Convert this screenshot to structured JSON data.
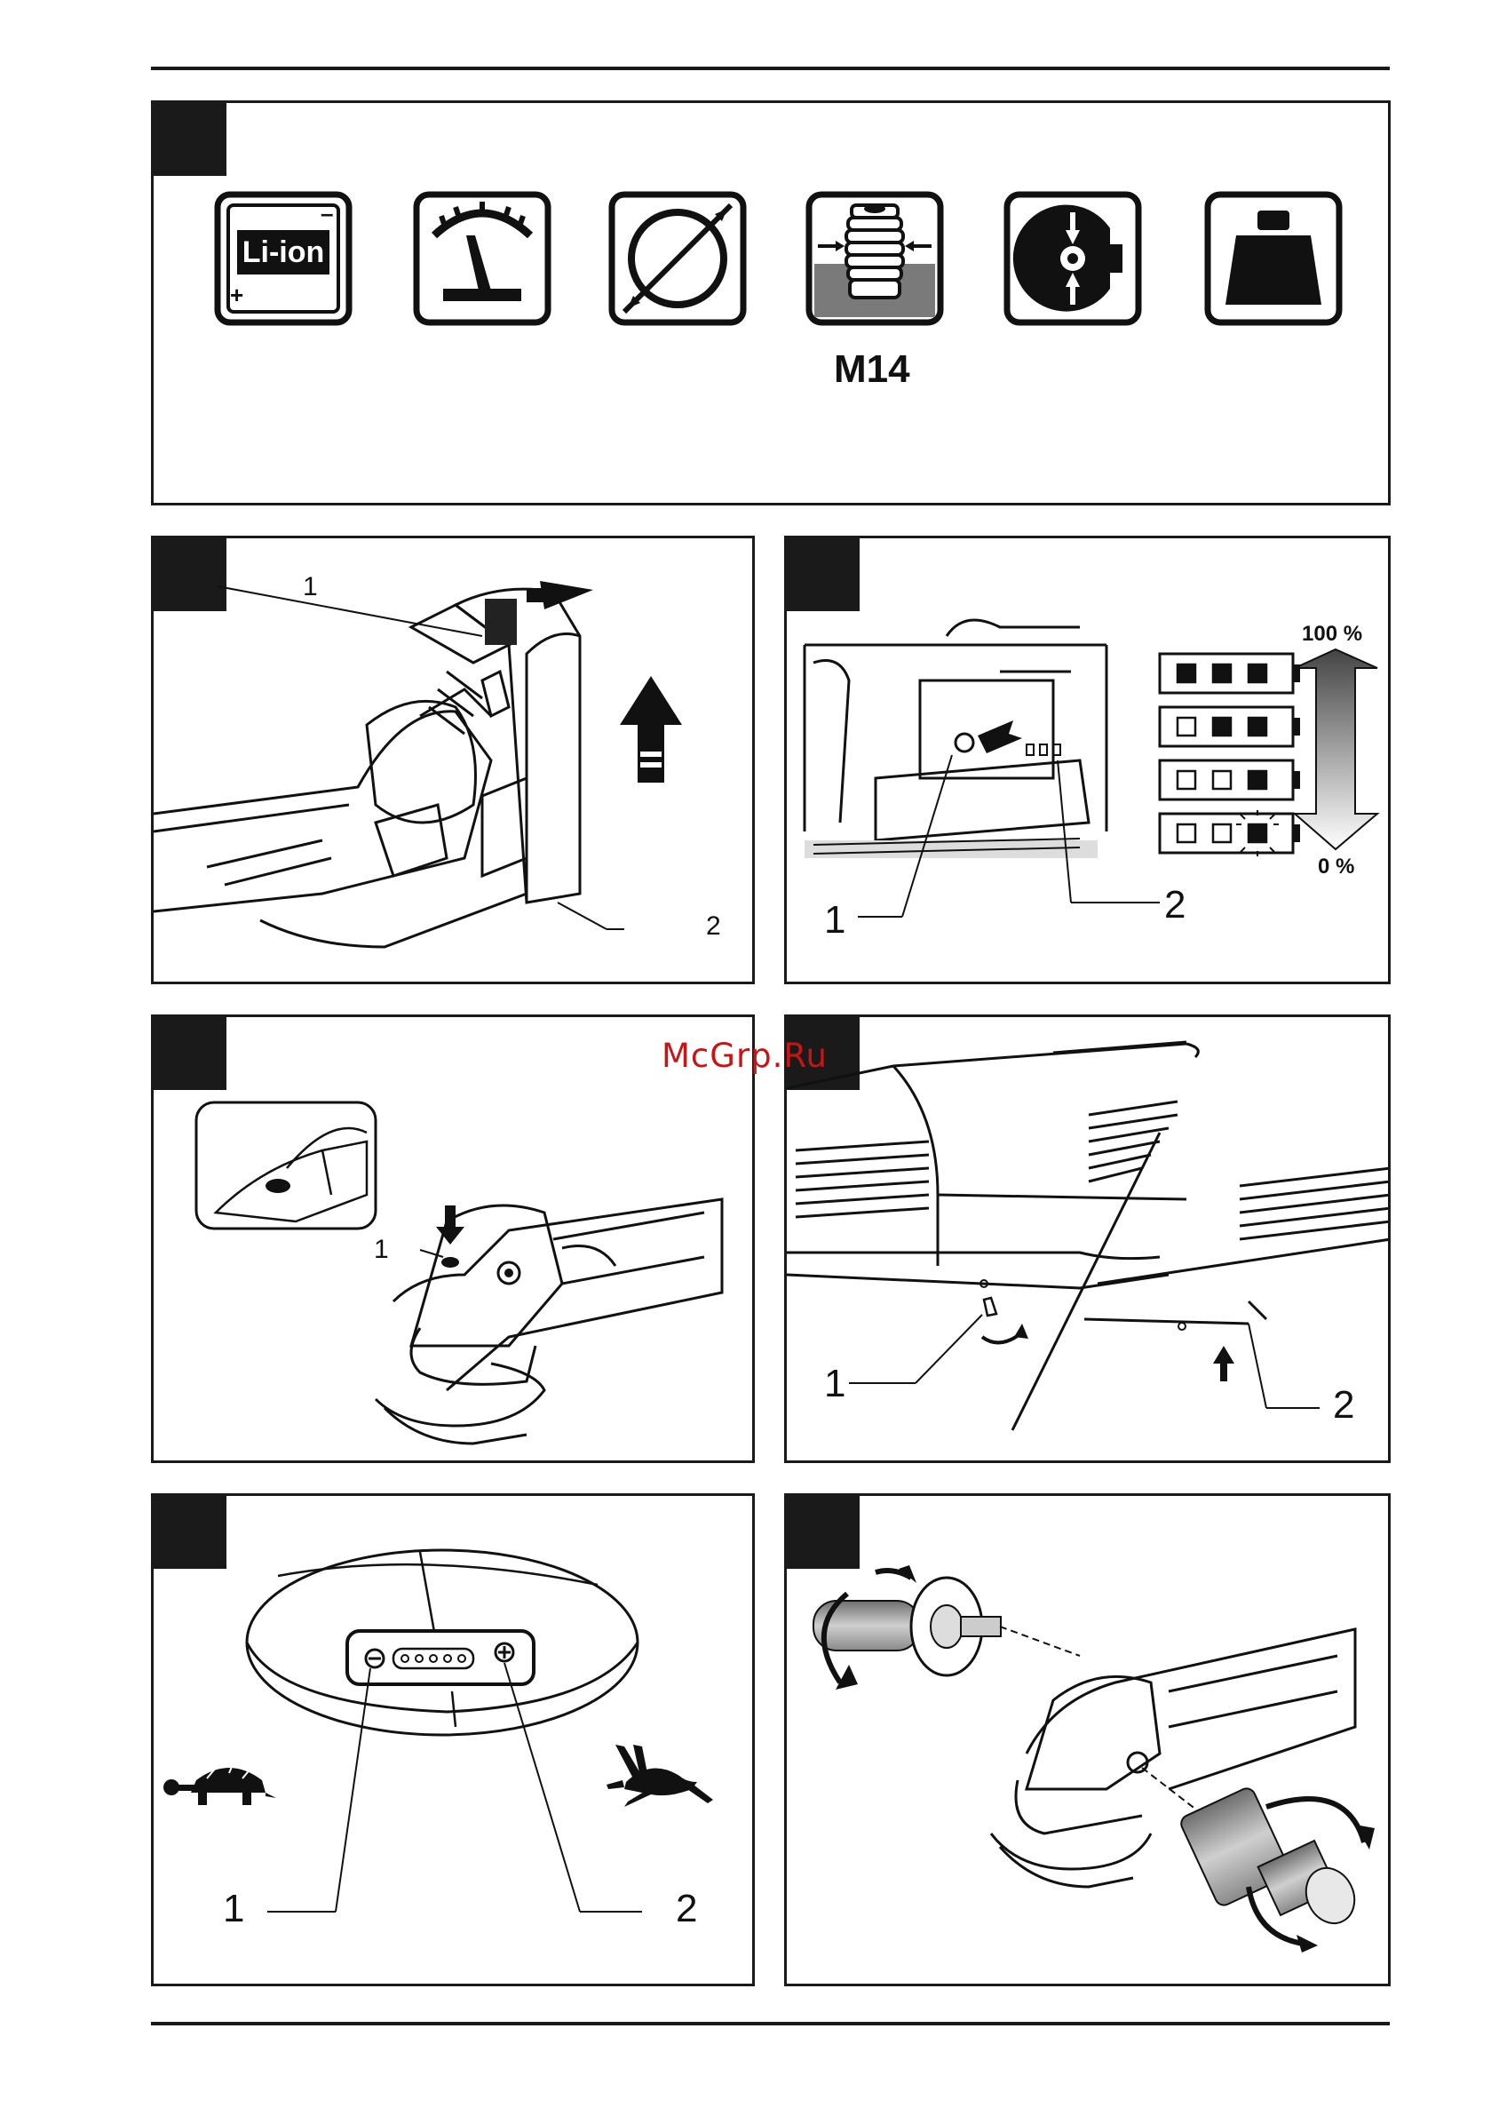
{
  "page": {
    "watermark": "McGrp.Ru"
  },
  "panel_icons": {
    "icons": [
      {
        "name": "li-ion-battery-icon",
        "label": "Li-ion"
      },
      {
        "name": "speed-gauge-icon",
        "label": ""
      },
      {
        "name": "disc-diameter-icon",
        "label": ""
      },
      {
        "name": "spindle-thread-icon",
        "label": "M14"
      },
      {
        "name": "disc-bore-icon",
        "label": ""
      },
      {
        "name": "weight-icon",
        "label": ""
      }
    ],
    "battery_minus": "–",
    "battery_plus": "+",
    "thread_label": "M14"
  },
  "panel_battery_insert": {
    "callout_1": "1",
    "callout_2": "2"
  },
  "panel_charge_indicator": {
    "callout_1": "1",
    "callout_2": "2",
    "top_percent": "100 %",
    "bottom_percent": "0 %",
    "charge_levels": [
      {
        "filled": 3,
        "blinking": false
      },
      {
        "filled": 2,
        "blinking": false
      },
      {
        "filled": 1,
        "blinking": false
      },
      {
        "filled": 0,
        "blinking": true
      }
    ]
  },
  "panel_spindle_lock": {
    "callout_1": "1"
  },
  "panel_guard_lever": {
    "callout_1": "1",
    "callout_2": "2"
  },
  "panel_speed_switch": {
    "callout_1": "1",
    "callout_2": "2",
    "slow_icon": "turtle-icon",
    "fast_icon": "hare-icon"
  },
  "panel_side_handle": {}
}
